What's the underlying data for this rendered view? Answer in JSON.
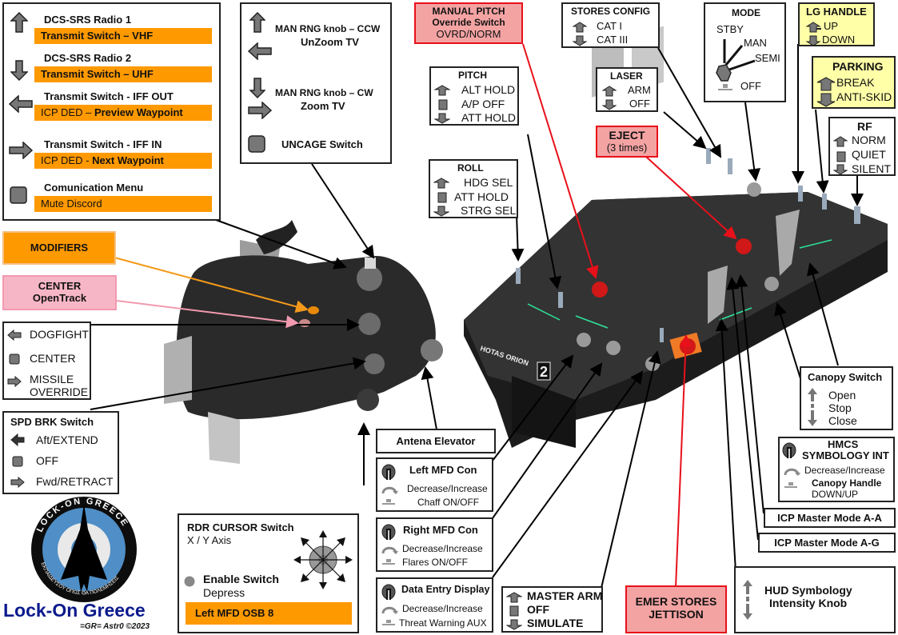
{
  "colors": {
    "orange": "#ff9900",
    "red_box": "#f4a3a3",
    "red_line": "#e8101a",
    "yellow_box": "#ffffa8",
    "pink_box": "#f7b6c6",
    "icon_gray": "#777777",
    "logo_blue": "#0b1a8c",
    "panel_green": "#2ee59d"
  },
  "radio_box": {
    "items": [
      {
        "icon": "arrow-up-icon",
        "title": "DCS-SRS Radio 1",
        "sub": "Transmit Switch – VHF"
      },
      {
        "icon": "arrow-down-icon",
        "title": "DCS-SRS Radio 2",
        "sub": "Transmit Switch – UHF"
      },
      {
        "icon": "arrow-left-icon",
        "title": "Transmit Switch - IFF OUT",
        "sub_pre": "ICP DED – ",
        "sub_b": "Preview Waypoint"
      },
      {
        "icon": "arrow-right-icon",
        "title": "Transmit Switch - IFF IN",
        "sub_pre": "ICP DED - ",
        "sub_b": "Next Waypoint"
      },
      {
        "icon": "square-button-icon",
        "title": "Comunication Menu",
        "sub": "Mute Discord"
      }
    ]
  },
  "man_rng_box": {
    "ccw": "MAN RNG knob – CCW",
    "unzoom": "UnZoom TV",
    "cw": "MAN RNG knob – CW",
    "zoom": "Zoom TV",
    "uncage": "UNCAGE Switch"
  },
  "manual_pitch": {
    "l1": "MANUAL PITCH",
    "l2": "Override Switch",
    "l3": "OVRD/NORM"
  },
  "stores_config": {
    "title": "STORES CONFIG",
    "up": "CAT I",
    "down": "CAT III"
  },
  "mode": {
    "title": "MODE",
    "stby": "STBY",
    "man": "MAN",
    "semi": "SEMI",
    "off": "OFF"
  },
  "lg_handle": {
    "title": "LG HANDLE",
    "up": "UP",
    "down": "DOWN"
  },
  "parking": {
    "title": "PARKING",
    "up": "BREAK",
    "down": "ANTI-SKID"
  },
  "rf": {
    "title": "RF",
    "up": "NORM",
    "mid": "QUIET",
    "down": "SILENT"
  },
  "pitch": {
    "title": "PITCH",
    "up": "ALT HOLD",
    "mid": "A/P OFF",
    "down": "ATT HOLD"
  },
  "laser": {
    "title": "LASER",
    "up": "ARM",
    "down": "OFF"
  },
  "eject": {
    "title": "EJECT",
    "sub": "(3 times)"
  },
  "roll": {
    "title": "ROLL",
    "up": "HDG SEL",
    "mid": "ATT HOLD",
    "down": "STRG SEL"
  },
  "modifiers": "MODIFIERS",
  "center_ot": {
    "l1": "CENTER",
    "l2": "OpenTrack"
  },
  "dogfight": {
    "left": "DOGFIGHT",
    "center": "CENTER",
    "right1": "MISSILE",
    "right2": "OVERRIDE"
  },
  "spd_brk": {
    "title": "SPD BRK Switch",
    "aft": "Aft/EXTEND",
    "off": "OFF",
    "fwd": "Fwd/RETRACT"
  },
  "antenna": "Antena Elevator",
  "left_mfd": {
    "title": "Left MFD Con",
    "rot": "Decrease/Increase",
    "push": "Chaff ON/OFF"
  },
  "right_mfd": {
    "title": "Right MFD Con",
    "rot": "Decrease/Increase",
    "push": "Flares ON/OFF"
  },
  "ded": {
    "title": "Data Entry Display",
    "rot": "Decrease/Increase",
    "push": "Threat Warning AUX"
  },
  "master_arm": {
    "up": "MASTER ARM",
    "mid": "OFF",
    "down": "SIMULATE"
  },
  "emer": {
    "l1": "EMER STORES",
    "l2": "JETTISON"
  },
  "rdr_cursor": {
    "title": "RDR CURSOR Switch",
    "axis": "X / Y Axis",
    "enable": "Enable Switch",
    "depress": "Depress",
    "osb": "Left MFD OSB 8"
  },
  "canopy": {
    "title": "Canopy Switch",
    "open": "Open",
    "stop": "Stop",
    "close": "Close"
  },
  "hmcs": {
    "l1": "HMCS",
    "l2": "SYMBOLOGY INT",
    "rot": "Decrease/Increase",
    "push1": "Canopy Handle",
    "push2": "DOWN/UP"
  },
  "icp_aa": "ICP Master Mode A-A",
  "icp_ag": "ICP Master Mode A-G",
  "hud": {
    "l1": "HUD Symbology",
    "l2": "Intensity Knob"
  },
  "logo": {
    "ring_top": "LOCK-ON GREECE",
    "ring_bottom": "ΕΚΠΑΙΔΕΥΣΟΥ ΟΠΩΣ ΘΑ ΠΟΛΕΜΗΣΕΙΣ",
    "name": "Lock-On Greece",
    "credit": "=GR= Astr0  ©2023"
  },
  "device": {
    "brand": "HOTAS ORION",
    "model": "2"
  }
}
